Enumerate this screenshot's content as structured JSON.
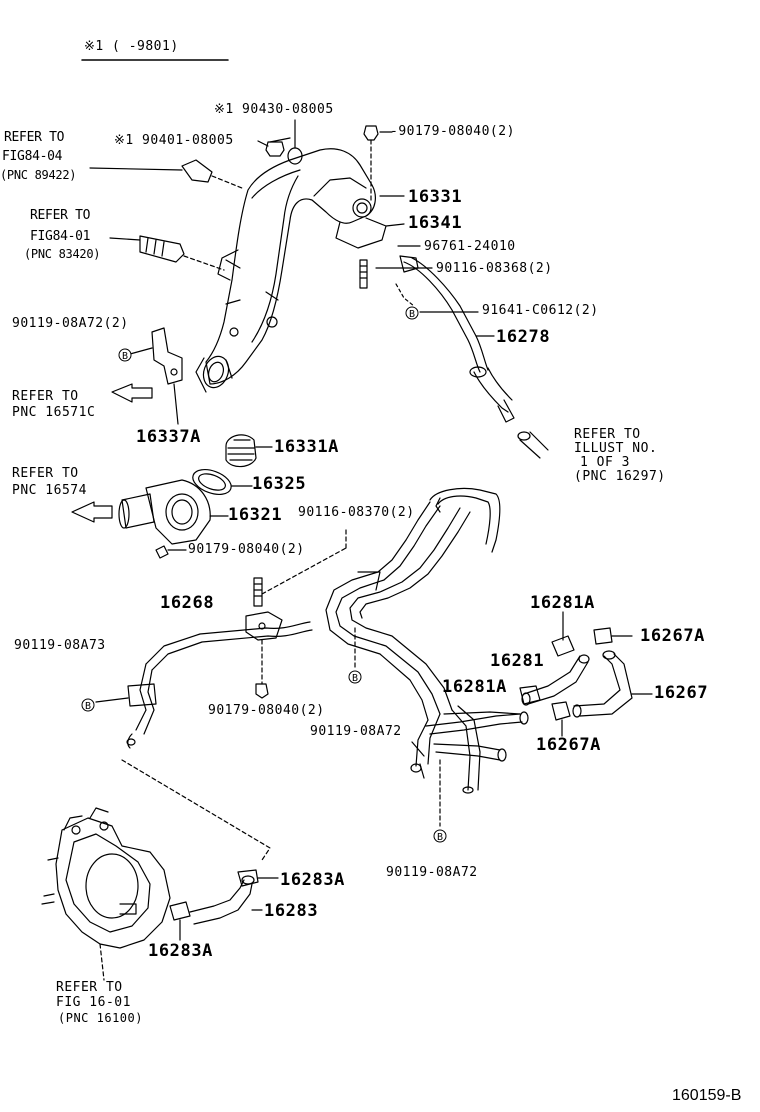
{
  "note": "※1 (     -9801)",
  "figure_id": "160159-B",
  "refs": {
    "fig84_04": [
      "REFER TO",
      "FIG84-04",
      "(PNC 89422)"
    ],
    "fig84_01": [
      "REFER TO",
      "FIG84-01",
      "(PNC 83420)"
    ],
    "pnc16571c": [
      "REFER TO",
      "PNC 16571C"
    ],
    "pnc16574": [
      "REFER TO",
      "PNC 16574"
    ],
    "illust": [
      "REFER TO",
      "ILLUST NO.",
      "1 OF 3",
      "(PNC 16297)"
    ],
    "fig16_01": [
      "REFER TO",
      "FIG 16-01",
      "(PNC 16100)"
    ]
  },
  "parts": {
    "p90430": "※1 90430-08005",
    "p90401": "※1 90401-08005",
    "p90179a": "-90179-08040(2)",
    "p16331": "16331",
    "p16341": "16341",
    "p96761": "96761-24010",
    "p90116a": "90116-08368(2)",
    "p91641": "91641-C0612(2)",
    "p16278": "16278",
    "p90119a": "90119-08A72(2)",
    "p16337a": "16337A",
    "p16331a": "16331A",
    "p16325": "16325",
    "p16321": "16321",
    "p90116b": "90116-08370(2)",
    "p90179b": "90179-08040(2)",
    "p16268": "16268",
    "p90119b": "90119-08A73",
    "p90179c": "90179-08040(2)",
    "p90119c": "90119-08A72",
    "p16281a_top": "16281A",
    "p16267a_top": "16267A",
    "p16281": "16281",
    "p16281a_mid": "16281A",
    "p16267": "16267",
    "p16267a_bot": "16267A",
    "p90119d": "90119-08A72",
    "p16283a_r": "16283A",
    "p16283": "16283",
    "p16283a_l": "16283A"
  },
  "markers": {
    "b": "B"
  }
}
